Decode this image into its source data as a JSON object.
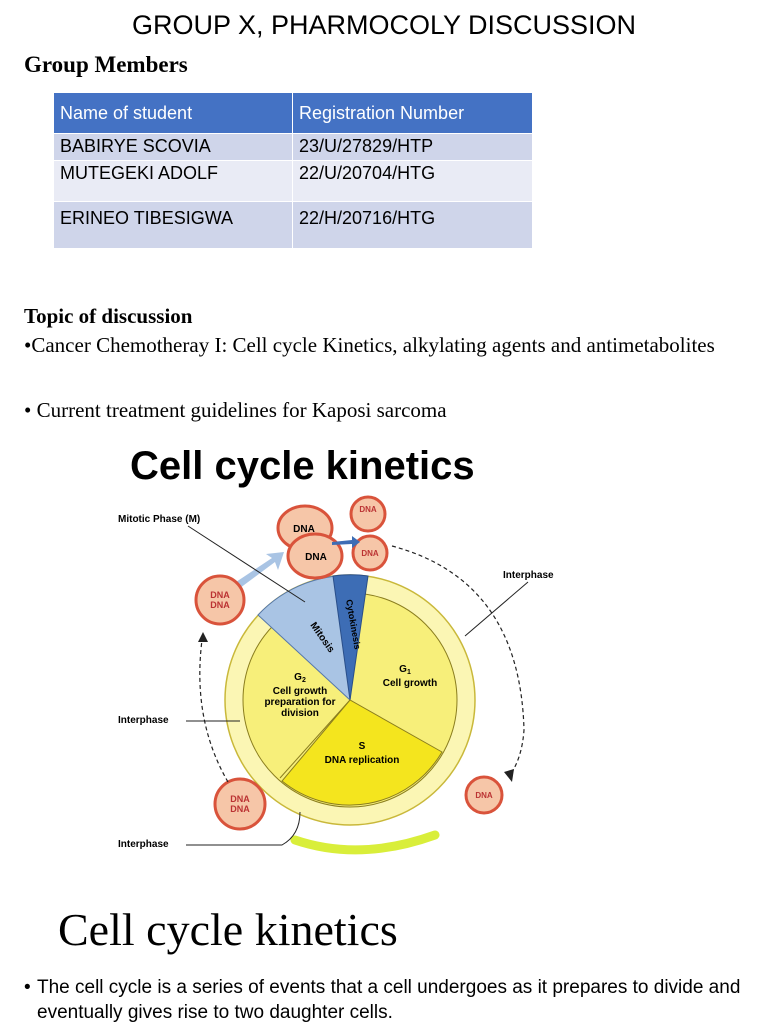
{
  "header": {
    "title": "GROUP X, PHARMOCOLY DISCUSSION"
  },
  "members": {
    "heading": "Group Members",
    "columns": [
      "Name of student",
      "Registration Number"
    ],
    "rows": [
      [
        "BABIRYE SCOVIA",
        "23/U/27829/HTP"
      ],
      [
        "MUTEGEKI ADOLF",
        "22/U/20704/HTG"
      ],
      [
        "ERINEO TIBESIGWA",
        "22/H/20716/HTG"
      ]
    ]
  },
  "topic": {
    "heading": "Topic of discussion",
    "items": [
      "•Cancer Chemotheray I: Cell cycle Kinetics, alkylating agents and antimetabolites",
      "• Current treatment guidelines for Kaposi sarcoma"
    ]
  },
  "diagram": {
    "title": "Cell cycle kinetics",
    "labels": {
      "mitotic_phase": "Mitotic Phase (M)",
      "interphase": "Interphase",
      "mitosis": "Mitosis",
      "cytokinesis": "Cytokinesis",
      "g1_title": "G",
      "g1_sub": "1",
      "g1_desc": "Cell growth",
      "g2_title": "G",
      "g2_sub": "2",
      "g2_desc_1": "Cell growth",
      "g2_desc_2": "preparation for",
      "g2_desc_3": "division",
      "s_title": "S",
      "s_desc": "DNA replication",
      "dna": "DNA"
    },
    "colors": {
      "yellow": "#f7ef7a",
      "outer": "#fbf6b4",
      "blue": "#a9c4e4",
      "dark_blue": "#3d6db5",
      "cell_red": "#d9533b",
      "cell_fill": "#f6c6a8",
      "arc": "#d9ee3a"
    }
  },
  "section": {
    "title": "Cell cycle kinetics",
    "bullet": "•",
    "text": "The cell cycle is a series of events that a cell undergoes as it prepares to divide and eventually gives rise to two daughter cells."
  }
}
